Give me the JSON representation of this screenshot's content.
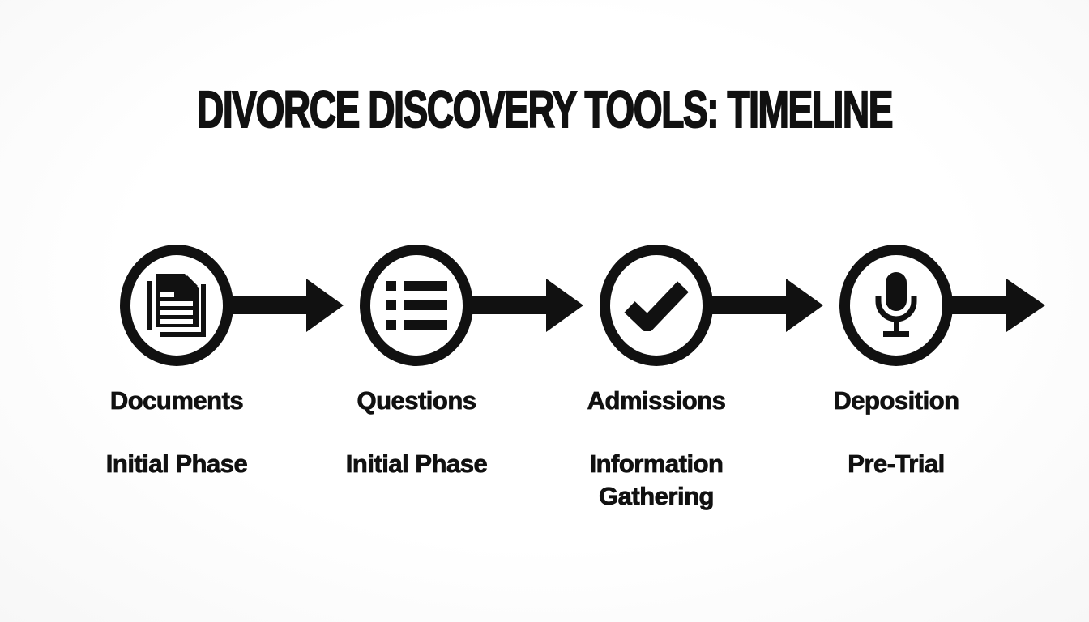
{
  "title": "DIVORCE DISCOVERY TOOLS: TIMELINE",
  "colors": {
    "ink": "#111111",
    "background": "#ffffff"
  },
  "timeline": {
    "connector_icon": "arrow-right-icon",
    "steps": [
      {
        "label": "Documents",
        "phase": "Initial Phase",
        "icon": "stacked-documents-icon"
      },
      {
        "label": "Questions",
        "phase": "Initial Phase",
        "icon": "bulleted-list-icon"
      },
      {
        "label": "Admissions",
        "phase": "Information Gathering",
        "icon": "checkmark-icon"
      },
      {
        "label": "Deposition",
        "phase": "Pre-Trial",
        "icon": "microphone-icon"
      }
    ]
  }
}
